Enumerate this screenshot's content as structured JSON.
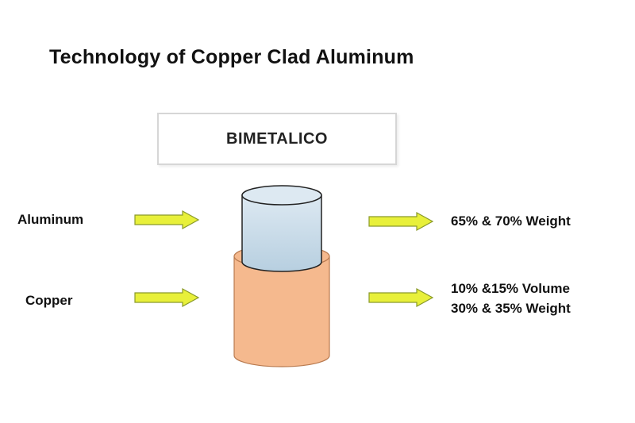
{
  "title": "Technology of Copper Clad Aluminum",
  "box_label": "BIMETALICO",
  "left_labels": {
    "aluminum": "Aluminum",
    "copper": "Copper"
  },
  "right_labels": {
    "aluminum_line1": "65% & 70% Weight",
    "copper_line1": "10% &15% Volume",
    "copper_line2": "30% & 35% Weight"
  },
  "colors": {
    "arrow_fill": "#e8f03a",
    "arrow_stroke": "#8a9a2a",
    "aluminum_top": "#dde9f2",
    "aluminum_side": "#b7cfe0",
    "copper_fill": "#f5b98e",
    "copper_stroke": "#b97a4f"
  }
}
